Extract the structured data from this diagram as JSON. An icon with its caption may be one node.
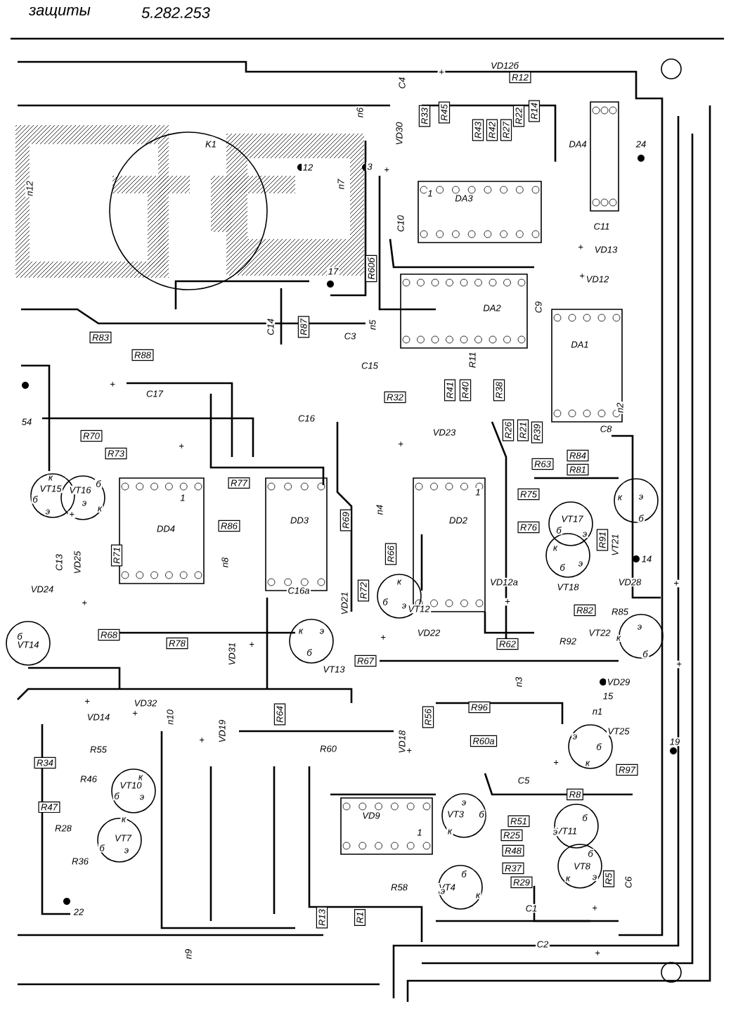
{
  "diagram": {
    "labels": [
      "защиты",
      "5.282.253",
      "VD12б",
      "C4",
      "R12",
      "п6",
      "R33",
      "R45",
      "R43",
      "R42",
      "R27",
      "R22",
      "R14",
      "VD30",
      "K1",
      "DA4",
      "24",
      "12",
      "3",
      "п7",
      "п12",
      "1",
      "DA3",
      "C10",
      "C11",
      "VD13",
      "R60б",
      "17",
      "VD12",
      "DA2",
      "C9",
      "C14",
      "R87",
      "DA1",
      "R83",
      "C3",
      "п5",
      "R88",
      "R11",
      "C15",
      "C17",
      "R32",
      "R41",
      "R40",
      "R38",
      "п2",
      "54",
      "C16",
      "R70",
      "R73",
      "VD23",
      "R26",
      "R21",
      "R39",
      "C8",
      "R84",
      "R63",
      "R81",
      "R77",
      "1",
      "1",
      "R75",
      "VT15",
      "VT16",
      "DD4",
      "R86",
      "DD3",
      "п4",
      "DD2",
      "VT17",
      "R76",
      "R91",
      "VT21",
      "R69",
      "R71",
      "п8",
      "R66",
      "14",
      "C13",
      "VD25",
      "R72",
      "VT12",
      "VT18",
      "VD12а",
      "VD28",
      "VD24",
      "C16а",
      "VD21",
      "R82",
      "R85",
      "VT14",
      "R68",
      "R78",
      "VD31",
      "VD22",
      "R62",
      "VT22",
      "R92",
      "VT13",
      "R67",
      "п3",
      "VD29",
      "15",
      "VD32",
      "VD14",
      "п10",
      "VD19",
      "R64",
      "R56",
      "R96",
      "п1",
      "VT25",
      "VD18",
      "R60а",
      "R55",
      "R60",
      "19",
      "R34",
      "C5",
      "R97",
      "R46",
      "VT10",
      "R47",
      "VD9",
      "VT3",
      "R8",
      "R51",
      "VT11",
      "R28",
      "VT7",
      "R25",
      "1",
      "R48",
      "R36",
      "R37",
      "VT8",
      "R29",
      "VT4",
      "R5",
      "C6",
      "R58",
      "22",
      "C1",
      "R13",
      "R1",
      "п9",
      "C2",
      "к",
      "б",
      "э",
      "б",
      "э",
      "к",
      "б",
      "э",
      "к",
      "э",
      "б",
      "к",
      "б",
      "э",
      "к",
      "б",
      "э",
      "к",
      "э",
      "б",
      "б",
      "к",
      "э",
      "б",
      "э",
      "б",
      "к",
      "к",
      "б",
      "э",
      "к",
      "б",
      "э",
      "э",
      "б",
      "к",
      "б",
      "э",
      "б",
      "э",
      "к",
      "б",
      "к",
      "э",
      "+",
      "+",
      "+",
      "+",
      "+",
      "+",
      "+",
      "+",
      "+",
      "+",
      "+",
      "+",
      "+",
      "+",
      "+",
      "+",
      "+",
      "+",
      "+",
      "+",
      "+"
    ]
  }
}
